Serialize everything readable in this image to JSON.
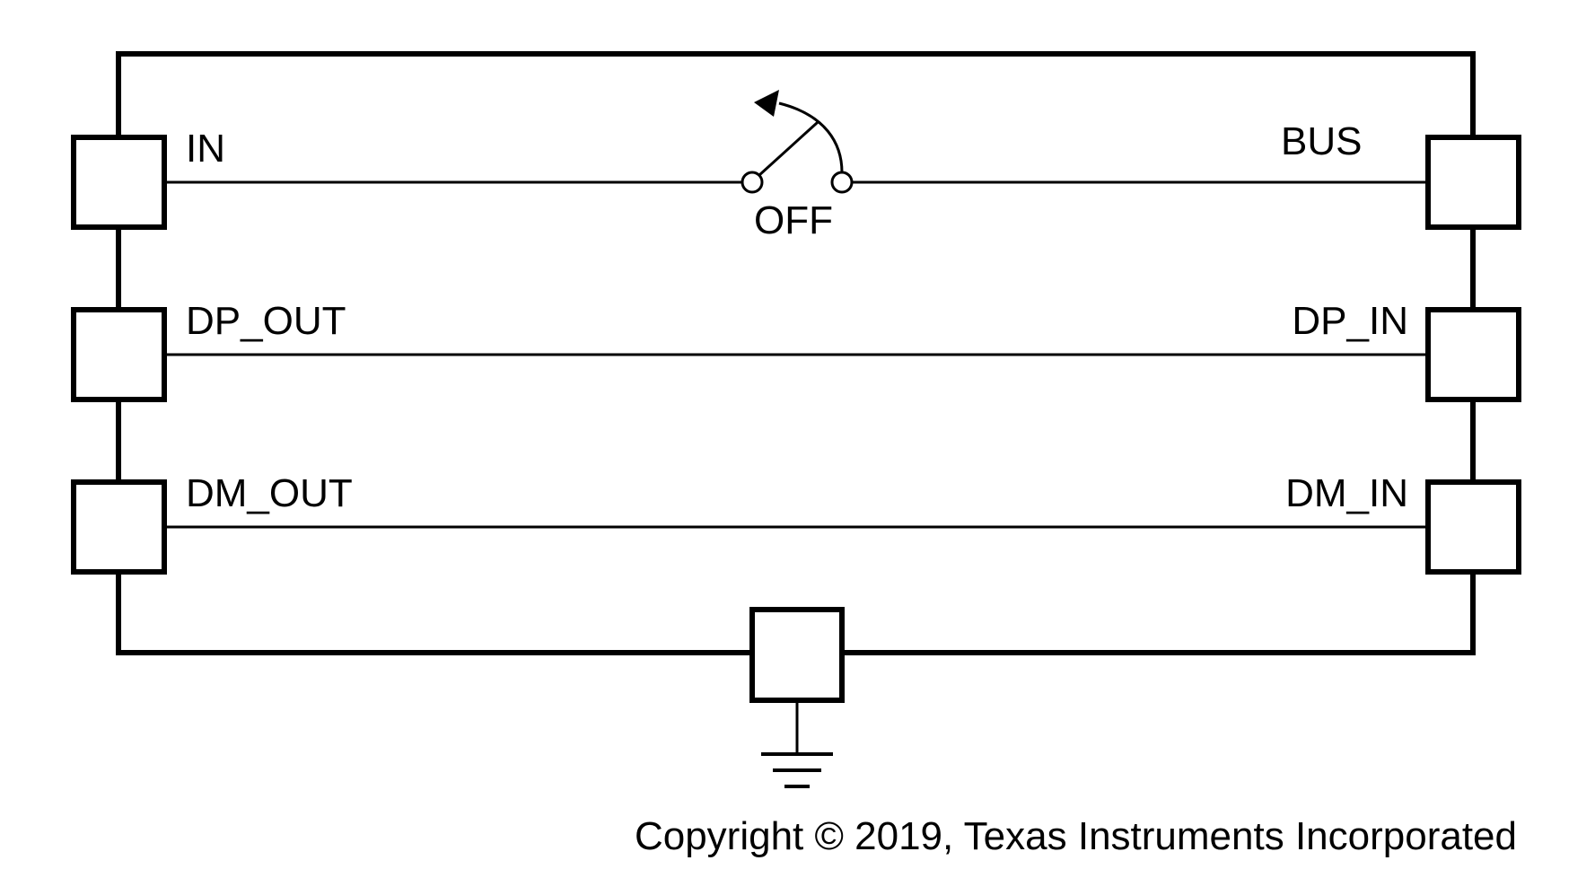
{
  "pins": {
    "in": "IN",
    "bus": "BUS",
    "dp_out": "DP_OUT",
    "dp_in": "DP_IN",
    "dm_out": "DM_OUT",
    "dm_in": "DM_IN"
  },
  "switch": {
    "state": "OFF"
  },
  "copyright": "Copyright © 2019, Texas Instruments Incorporated",
  "colors": {
    "line": "#000000",
    "background": "#ffffff"
  }
}
